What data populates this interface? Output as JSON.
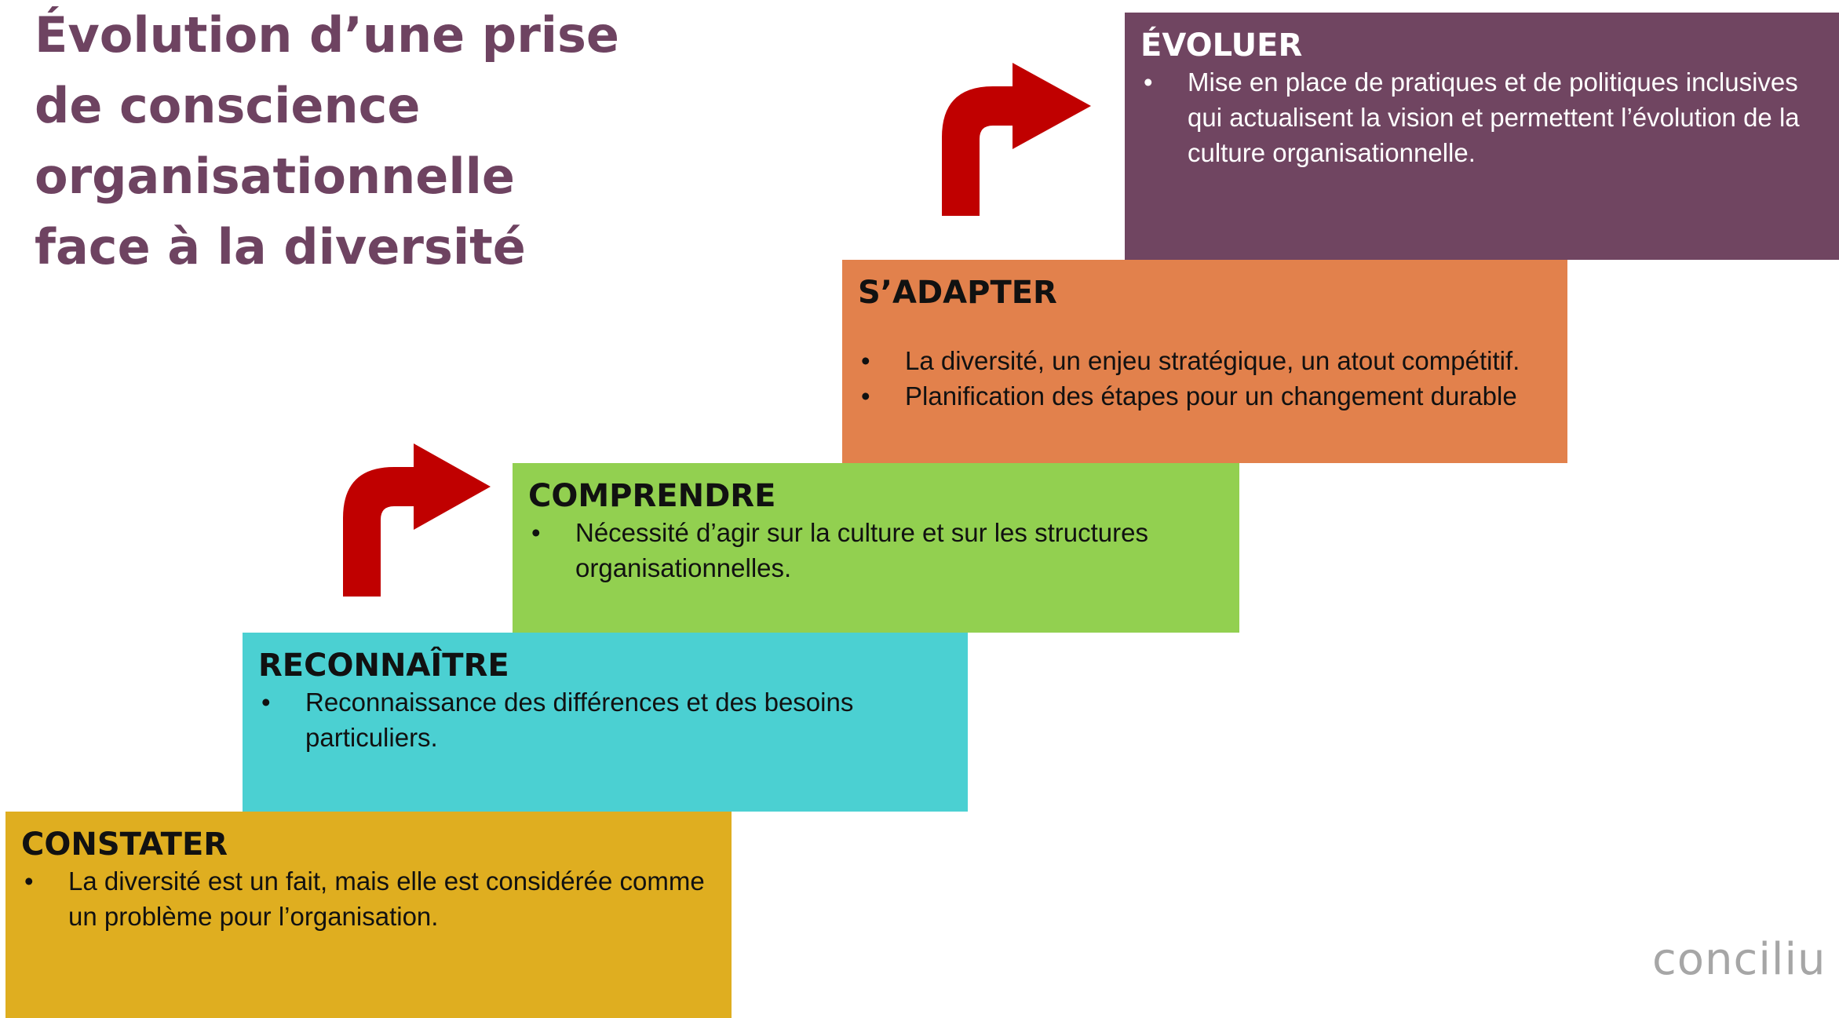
{
  "title": {
    "line1": "Évolution d’une prise",
    "line2": "de conscience",
    "line3": "organisationnelle",
    "line4": "face à la diversité"
  },
  "steps": {
    "constater": {
      "heading": "CONSTATER",
      "items": [
        "La diversité est un fait, mais elle est considérée comme un problème pour l’organisation."
      ],
      "color": "#dfae20"
    },
    "reconnaitre": {
      "heading": "RECONNAÎTRE",
      "items": [
        "Reconnaissance des différences et des besoins particuliers."
      ],
      "color": "#4bd0d2"
    },
    "comprendre": {
      "heading": "COMPRENDRE",
      "items": [
        "Nécessité d’agir sur la culture et sur les structures organisationnelles."
      ],
      "color": "#92d050"
    },
    "sadapter": {
      "heading": "S’ADAPTER",
      "items": [
        "La diversité, un enjeu stratégique, un atout compétitif.",
        "Planification des étapes pour un changement durable"
      ],
      "color": "#e2814c"
    },
    "evoluer": {
      "heading": "ÉVOLUER",
      "items": [
        "Mise en place de pratiques et de politiques inclusives qui actualisent la vision et permettent l’évolution de la culture organisationnelle."
      ],
      "color": "#704561"
    }
  },
  "bullet": "•",
  "arrow_color": "#c00000",
  "logo_text": "conciliu"
}
